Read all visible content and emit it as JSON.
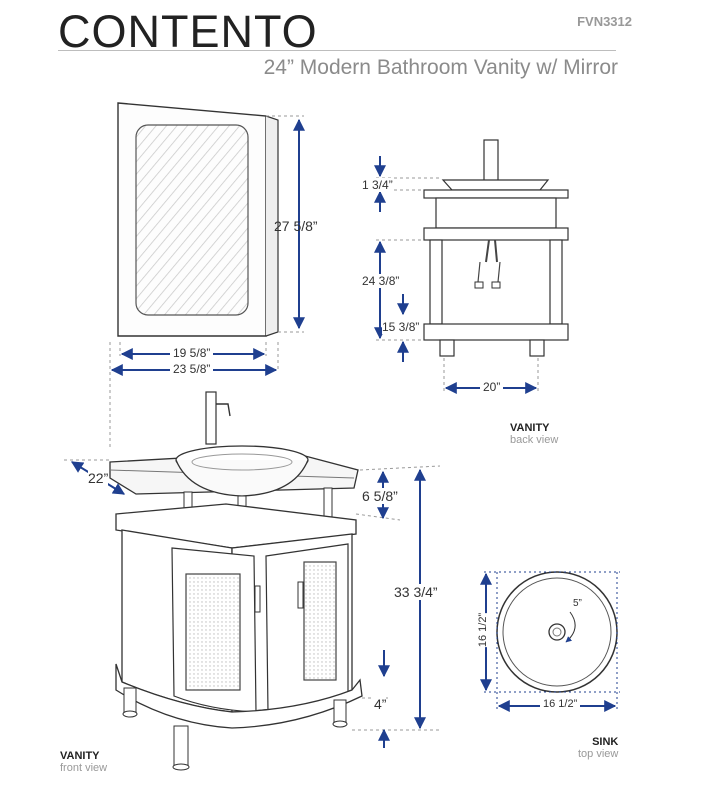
{
  "header": {
    "brand": "CONTENTO",
    "model": "FVN3312",
    "subtitle": "24” Modern Bathroom Vanity w/ Mirror"
  },
  "mirror": {
    "height": "27 5/8”",
    "inner_width": "19 5/8”",
    "outer_width": "23 5/8”"
  },
  "vanity_back": {
    "sink_height": "1 3/4”",
    "upper_height": "24 3/8”",
    "shelf_height": "15 3/8”",
    "width": "20”",
    "caption_title": "VANITY",
    "caption_sub": "back view"
  },
  "vanity_front": {
    "depth": "22”",
    "top_height": "6 5/8”",
    "total_height": "33 3/4”",
    "leg_height": "4”",
    "caption_title": "VANITY",
    "caption_sub": "front view"
  },
  "sink": {
    "depth": "16 1/2”",
    "width": "16 1/2”",
    "bowl_depth": "5”",
    "caption_title": "SINK",
    "caption_sub": "top view"
  },
  "colors": {
    "dimension_line": "#1f3f8f",
    "outline": "#333333",
    "guide": "#999999"
  }
}
